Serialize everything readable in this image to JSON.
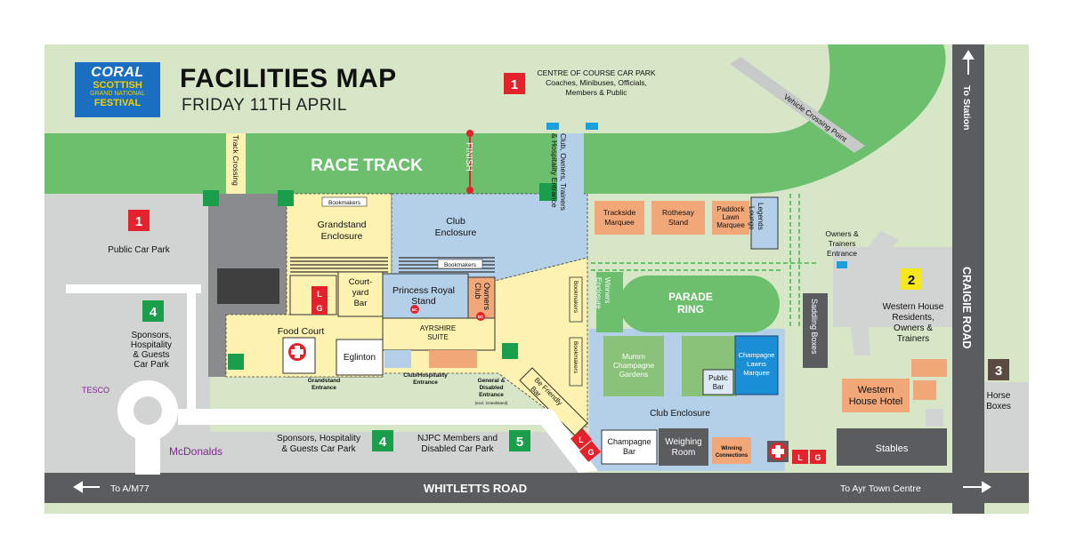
{
  "header": {
    "title": "FACILITIES MAP",
    "subtitle": "FRIDAY 11TH APRIL",
    "logo": {
      "line1": "CORAL",
      "line2": "SCOTTISH",
      "line3": "GRAND NATIONAL",
      "line4": "FESTIVAL"
    }
  },
  "car_parks": {
    "centre_course_badge": "1",
    "centre_course_label": [
      "CENTRE OF COURSE CAR PARK",
      "Coaches, Minibuses, Officials,",
      "Members & Public"
    ],
    "public_badge": "1",
    "public_label": "Public Car Park",
    "sponsors_left_badge": "4",
    "sponsors_left_label": [
      "Sponsors,",
      "Hospitality",
      "& Guests",
      "Car Park"
    ],
    "sponsors_bottom_badge": "4",
    "sponsors_bottom_label": [
      "Sponsors, Hospitality",
      "& Guests Car Park"
    ],
    "njpc_badge": "5",
    "njpc_label": [
      "NJPC Members and",
      "Disabled Car Park"
    ],
    "western_badge": "2",
    "western_label": [
      "Western House",
      "Residents,",
      "Owners &",
      "Trainers"
    ],
    "horse_badge": "3",
    "horse_label": [
      "Horse",
      "Boxes"
    ]
  },
  "track": {
    "race_track": "RACE TRACK",
    "track_crossing": "Track Crossing",
    "finish": "FINISH",
    "club_entrance": [
      "Club, Owners, Trainers",
      "& Hospitality Entrance"
    ],
    "vehicle_crossing": "Vehicle Crossing Point"
  },
  "buildings": {
    "grandstand": [
      "Grandstand",
      "Enclosure"
    ],
    "bookmakers": "Bookmakers",
    "club_enclosure_top": [
      "Club",
      "Enclosure"
    ],
    "courtyard_bar": [
      "Court-",
      "yard",
      "Bar"
    ],
    "princess_royal": [
      "Princess Royal",
      "Stand"
    ],
    "owners_club": [
      "Owners",
      "Club"
    ],
    "food_court": "Food Court",
    "ayrshire": [
      "AYRSHIRE",
      "SUITE"
    ],
    "eglinton": "Eglinton",
    "grandstand_entrance": [
      "Grandstand",
      "Entrance"
    ],
    "club_hosp_entrance": [
      "Club/Hospitality",
      "Entrance"
    ],
    "general_entrance": [
      "General &",
      "Disabled",
      "Entrance"
    ],
    "general_entrance_note": "(excl. Grandstand)",
    "be_friendly": [
      "Be Friendly",
      "Bar"
    ],
    "trackside": [
      "Trackside",
      "Marquee"
    ],
    "rothesay": [
      "Rothesay",
      "Stand"
    ],
    "paddock": [
      "Paddock",
      "Lawn",
      "Marquee"
    ],
    "legends": [
      "Legends",
      "Lounge"
    ],
    "owners_trainers_entrance": [
      "Owners &",
      "Trainers",
      "Entrance"
    ],
    "winners_enclosure": [
      "Winners",
      "Enclosure"
    ],
    "parade_ring": [
      "PARADE",
      "RING"
    ],
    "saddling_boxes": "Saddling Boxes",
    "mumm": [
      "Mumm",
      "Champagne",
      "Gardens"
    ],
    "champagne_lawns": [
      "Champagne",
      "Lawns",
      "Marquee"
    ],
    "public_bar": [
      "Public",
      "Bar"
    ],
    "club_enclosure_bottom": "Club Enclosure",
    "champagne_bar": [
      "Champagne",
      "Bar"
    ],
    "weighing_room": [
      "Weighing",
      "Room"
    ],
    "winning_connections": [
      "Winning",
      "Connections"
    ],
    "western_hotel": [
      "Western",
      "House Hotel"
    ],
    "stables": "Stables"
  },
  "roads": {
    "tesco": "TESCO",
    "mcdonalds": "McDonalds",
    "whitletts": "WHITLETTS ROAD",
    "to_a77": "To A/M77",
    "to_ayr": "To Ayr Town Centre",
    "craigie": "CRAIGIE ROAD",
    "to_station": "To Station"
  },
  "markers": {
    "ladies": "L",
    "gents": "G",
    "bc": "BC"
  },
  "colors": {
    "grass": "#d6e6c7",
    "track": "#6cbf6c",
    "road": "#d2d3d3",
    "grandstand_yellow": "#fdf2b0",
    "club_blue": "#b4cfe8",
    "orange": "#f2a779",
    "dark_grey": "#5b5c5e",
    "red_badge": "#e3222c",
    "green_badge": "#1b9e4b",
    "yellow_badge": "#f4e81c",
    "brown_badge": "#5b4a42"
  }
}
